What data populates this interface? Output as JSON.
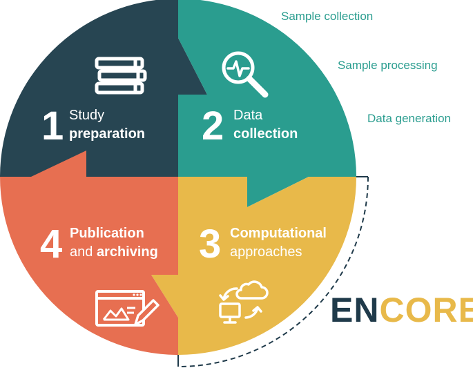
{
  "colors": {
    "dark": "#274552",
    "teal": "#2a9d8f",
    "yellow": "#e8b94a",
    "orange": "#e76f51",
    "white": "#ffffff",
    "logo_dark": "#1f3a4a",
    "logo_yellow": "#e8b94a"
  },
  "side_labels": {
    "sample_collection": "Sample collection",
    "sample_processing": "Sample processing",
    "data_generation": "Data generation"
  },
  "steps": {
    "s1": {
      "number": "1",
      "line1": "Study",
      "line2": "preparation",
      "icon": "books-icon"
    },
    "s2": {
      "number": "2",
      "line1": "Data",
      "line2": "collection",
      "icon": "magnifier-signal-icon"
    },
    "s3": {
      "number": "3",
      "line1": "Computational",
      "line2": "approaches",
      "icon": "cloud-computer-sync-icon"
    },
    "s4": {
      "number": "4",
      "line1a": "Publication",
      "line2a": "and ",
      "line2b": "archiving",
      "icon": "publication-edit-icon"
    }
  },
  "logo": {
    "part1": "EN",
    "part2": "CORE"
  }
}
